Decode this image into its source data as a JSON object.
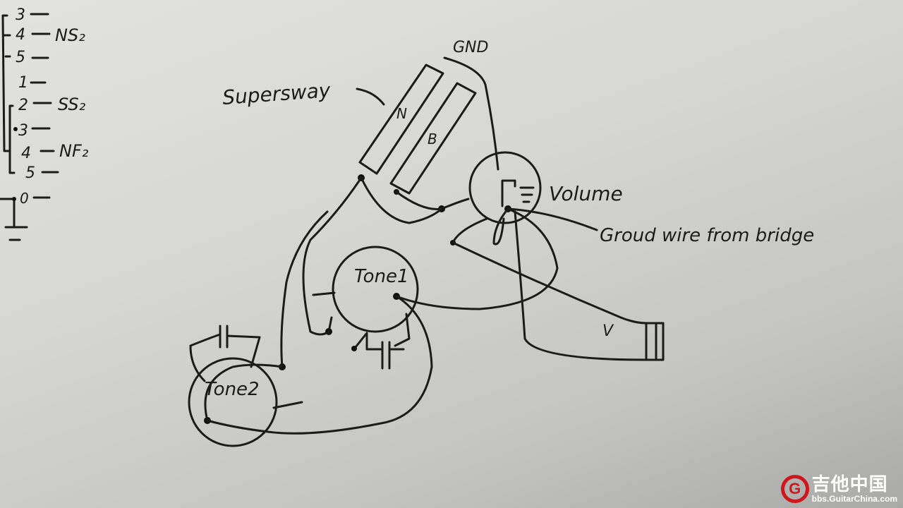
{
  "notes": {
    "rows": [
      {
        "num": "3",
        "label": ""
      },
      {
        "num": "4",
        "label": "NS₂"
      },
      {
        "num": "5",
        "label": ""
      },
      {
        "num": "1",
        "label": ""
      },
      {
        "num": "2",
        "label": "SS₂"
      },
      {
        "num": "3",
        "label": ""
      },
      {
        "num": "4",
        "label": "NF₂"
      },
      {
        "num": "5",
        "label": ""
      },
      {
        "num": "0",
        "label": ""
      }
    ]
  },
  "labels": {
    "gnd": "GND",
    "switch": "Supersway",
    "neck": "N",
    "bridge": "B",
    "volume": "Volume",
    "ground_wire": "Groud wire from bridge",
    "tone1": "Tone1",
    "tone2": "Tone2",
    "jack_tip": "V"
  },
  "watermark": {
    "logo": "G",
    "name": "吉他中国",
    "url": "bbs.GuitarChina.com"
  }
}
